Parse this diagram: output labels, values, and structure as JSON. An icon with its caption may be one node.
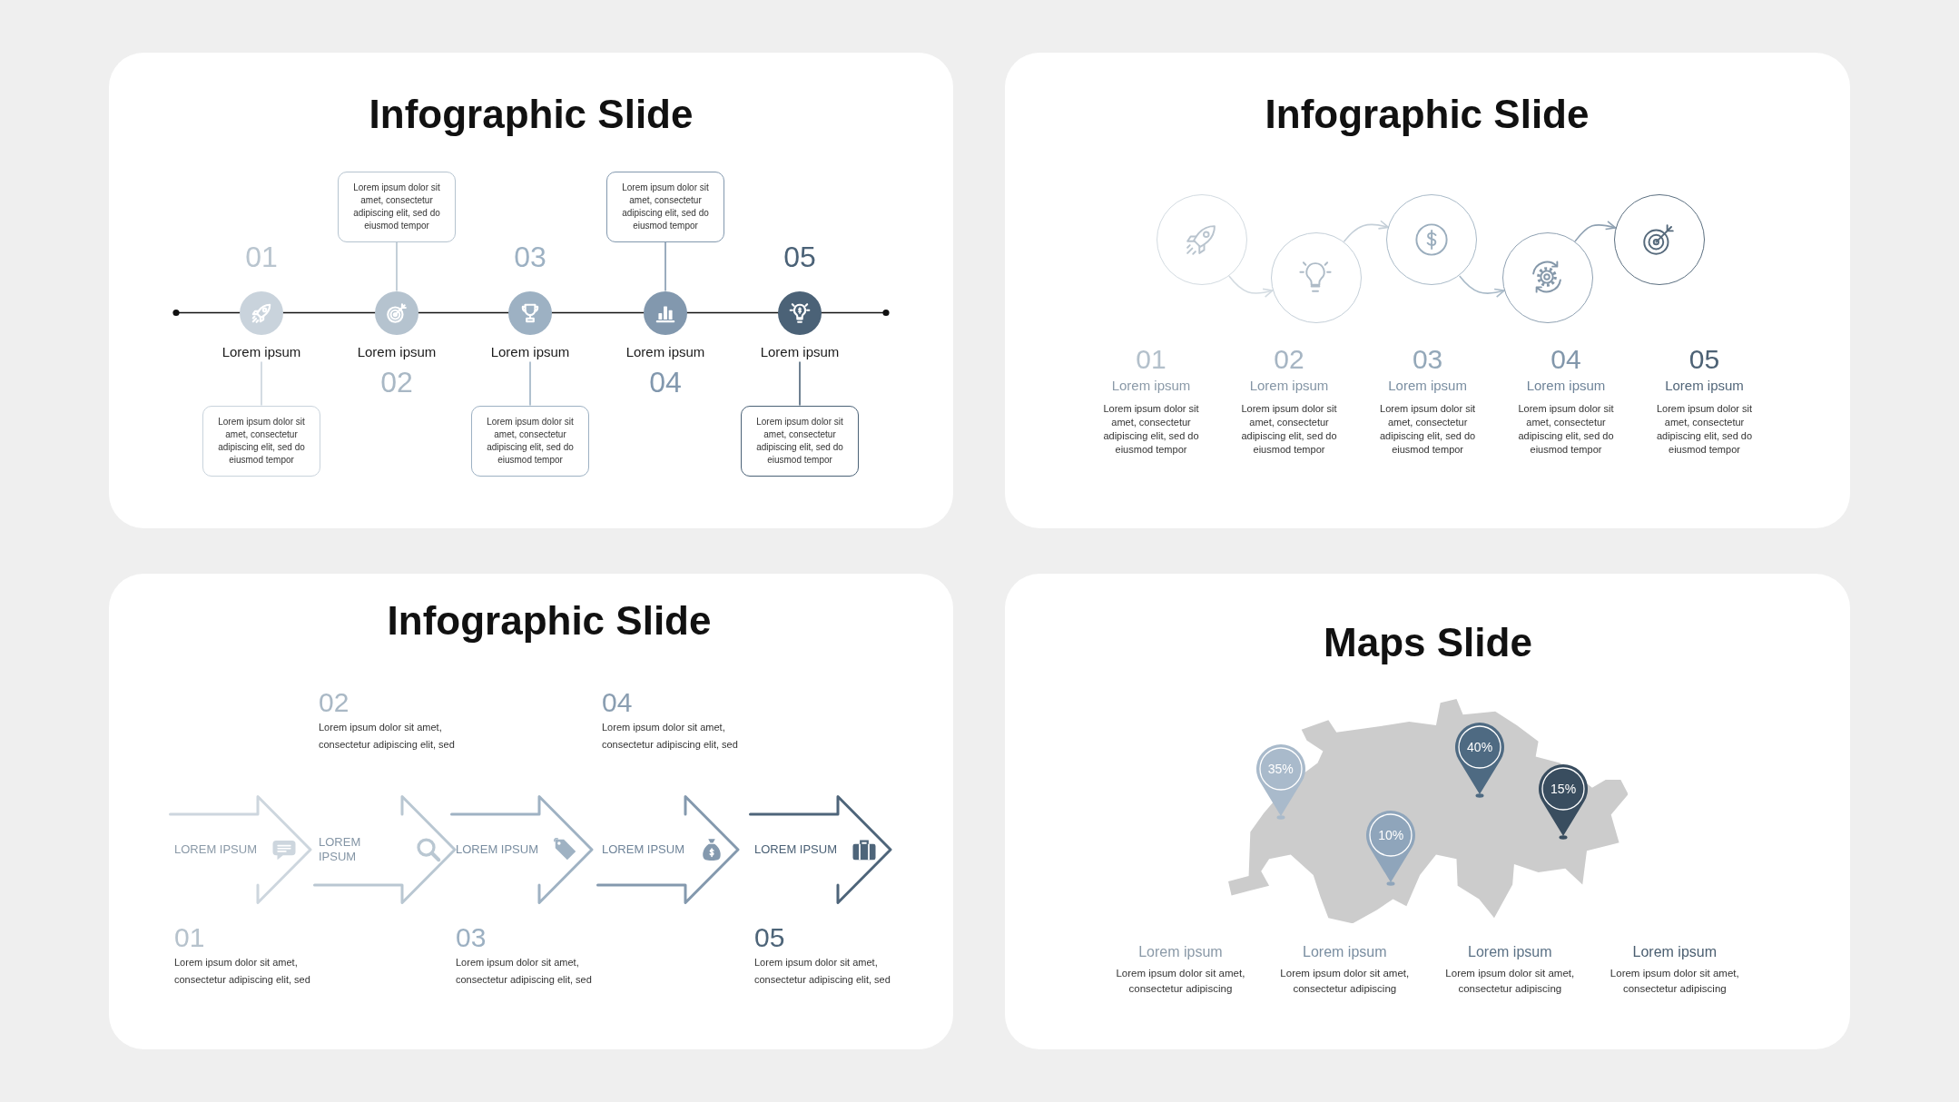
{
  "diagram": {
    "nodes": [
      {
        "text": [
          "Infographic Slide"
        ]
      },
      {
        "text": [],
        "shape": "circle",
        "beside": [
          "01",
          "Lorem ipsum"
        ],
        "in": 0
      },
      {
        "text": [
          "Lorem ipsum dolor sit amet, consectetur adipiscing elit, sed do eiusmod tempor"
        ],
        "in": 0
      },
      {
        "text": [],
        "shape": "circle",
        "beside": [
          "Lorem ipsum",
          "02"
        ],
        "in": 0
      },
      {
        "text": [
          "Lorem ipsum dolor sit amet, consectetur adipiscing elit, sed do eiusmod tempor"
        ],
        "in": 0
      },
      {
        "text": [],
        "shape": "circle",
        "beside": [
          "03",
          "Lorem ipsum"
        ],
        "in": 0
      },
      {
        "text": [
          "Lorem ipsum dolor sit amet, consectetur adipiscing elit, sed do eiusmod tempor"
        ],
        "in": 0
      },
      {
        "text": [],
        "shape": "circle",
        "beside": [
          "Lorem ipsum",
          "04"
        ],
        "in": 0
      },
      {
        "text": [
          "Lorem ipsum dolor sit amet, consectetur adipiscing elit, sed do eiusmod tempor"
        ],
        "in": 0
      },
      {
        "text": [],
        "shape": "circle",
        "beside": [
          "05",
          "Lorem ipsum"
        ],
        "in": 0
      },
      {
        "text": [
          "Lorem ipsum dolor sit amet, consectetur adipiscing elit, sed do eiusmod tempor"
        ],
        "in": 0
      },
      {
        "text": [
          "Infographic Slide"
        ]
      },
      {
        "text": [],
        "shape": "circle",
        "beside": [
          "01",
          "Lorem ipsum",
          "Lorem ipsum dolor sit amet, consectetur adipiscing elit, sed do eiusmod tempor"
        ],
        "in": 11
      },
      {
        "text": [],
        "shape": "circle",
        "beside": [
          "02",
          "Lorem ipsum",
          "Lorem ipsum dolor sit amet, consectetur adipiscing elit, sed do eiusmod tempor"
        ],
        "in": 11
      },
      {
        "text": [],
        "shape": "circle",
        "beside": [
          "03",
          "Lorem ipsum",
          "Lorem ipsum dolor sit amet, consectetur adipiscing elit, sed do eiusmod tempor"
        ],
        "in": 11
      },
      {
        "text": [],
        "shape": "circle",
        "beside": [
          "04",
          "Lorem ipsum",
          "Lorem ipsum dolor sit amet, consectetur adipiscing elit, sed do eiusmod tempor"
        ],
        "in": 11
      },
      {
        "text": [],
        "shape": "circle",
        "beside": [
          "05",
          "Lorem ipsum",
          "Lorem ipsum dolor sit amet, consectetur adipiscing elit, sed do eiusmod tempor"
        ],
        "in": 11
      },
      {
        "text": [
          "Infographic Slide"
        ]
      },
      {
        "text": [
          "LOREM IPSUM"
        ],
        "beside": [
          "01",
          "Lorem ipsum dolor sit amet, consectetur adipiscing elit, sed"
        ],
        "in": 17
      },
      {
        "text": [
          "LOREM IPSUM"
        ],
        "beside": [
          "02",
          "Lorem ipsum dolor sit amet, consectetur adipiscing elit, sed"
        ],
        "in": 17
      },
      {
        "text": [
          "LOREM IPSUM"
        ],
        "beside": [
          "03",
          "Lorem ipsum dolor sit amet, consectetur adipiscing elit, sed"
        ],
        "in": 17
      },
      {
        "text": [
          "LOREM IPSUM"
        ],
        "beside": [
          "04",
          "Lorem ipsum dolor sit amet, consectetur adipiscing elit, sed"
        ],
        "in": 17
      },
      {
        "text": [
          "LOREM IPSUM"
        ],
        "beside": [
          "05",
          "Lorem ipsum dolor sit amet, consectetur adipiscing elit, sed"
        ],
        "in": 17
      },
      {
        "text": [
          "Maps Slide"
        ]
      },
      {
        "text": [
          "35%"
        ],
        "in": 23
      },
      {
        "text": [
          "10%"
        ],
        "in": 23
      },
      {
        "text": [
          "40%"
        ],
        "in": 23
      },
      {
        "text": [
          "15%"
        ],
        "in": 23
      }
    ],
    "edges": [
      {
        "from": 1,
        "to": 2,
        "arrow": "none",
        "color": "#c9d3dc"
      },
      {
        "from": 3,
        "to": 4,
        "arrow": "none",
        "color": "#b5c3cf"
      },
      {
        "from": 5,
        "to": 6,
        "arrow": "none",
        "color": "#9db1c3"
      },
      {
        "from": 7,
        "to": 8,
        "arrow": "none",
        "color": "#8298ae"
      },
      {
        "from": 9,
        "to": 10,
        "arrow": "none",
        "color": "#4b6277"
      },
      {
        "from": 12,
        "to": 13,
        "arrow": "to",
        "color": "#d3dbe1"
      },
      {
        "from": 13,
        "to": 14,
        "arrow": "to",
        "color": "#c4cfd8"
      },
      {
        "from": 14,
        "to": 15,
        "arrow": "to",
        "color": "#a9bac8"
      },
      {
        "from": 15,
        "to": 16,
        "arrow": "to",
        "color": "#8fa1b2"
      }
    ],
    "labels": [
      "Lorem ipsum",
      "Lorem ipsum dolor sit amet, consectetur adipiscing",
      "Lorem ipsum",
      "Lorem ipsum dolor sit amet, consectetur adipiscing",
      "Lorem ipsum",
      "Lorem ipsum dolor sit amet, consectetur adipiscing",
      "Lorem ipsum",
      "Lorem ipsum dolor sit amet, consectetur adipiscing"
    ]
  }
}
